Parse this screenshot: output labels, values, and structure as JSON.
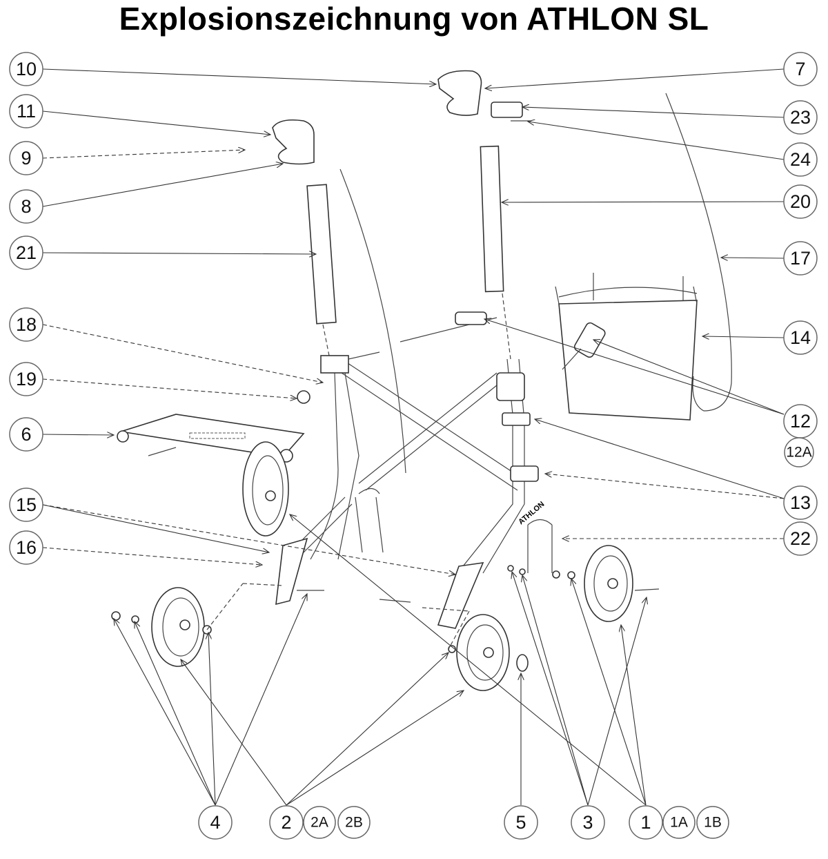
{
  "title": "Explosionszeichnung von ATHLON SL",
  "frame_brand": "ATHLON",
  "callouts": {
    "left": [
      "10",
      "11",
      "9",
      "8",
      "21",
      "18",
      "19",
      "6",
      "15",
      "16"
    ],
    "right": [
      "7",
      "23",
      "24",
      "20",
      "17",
      "14",
      "12",
      "12A",
      "13",
      "22"
    ],
    "bottom": [
      "4",
      "2",
      "2A",
      "2B",
      "5",
      "3",
      "1",
      "1A",
      "1B"
    ]
  }
}
